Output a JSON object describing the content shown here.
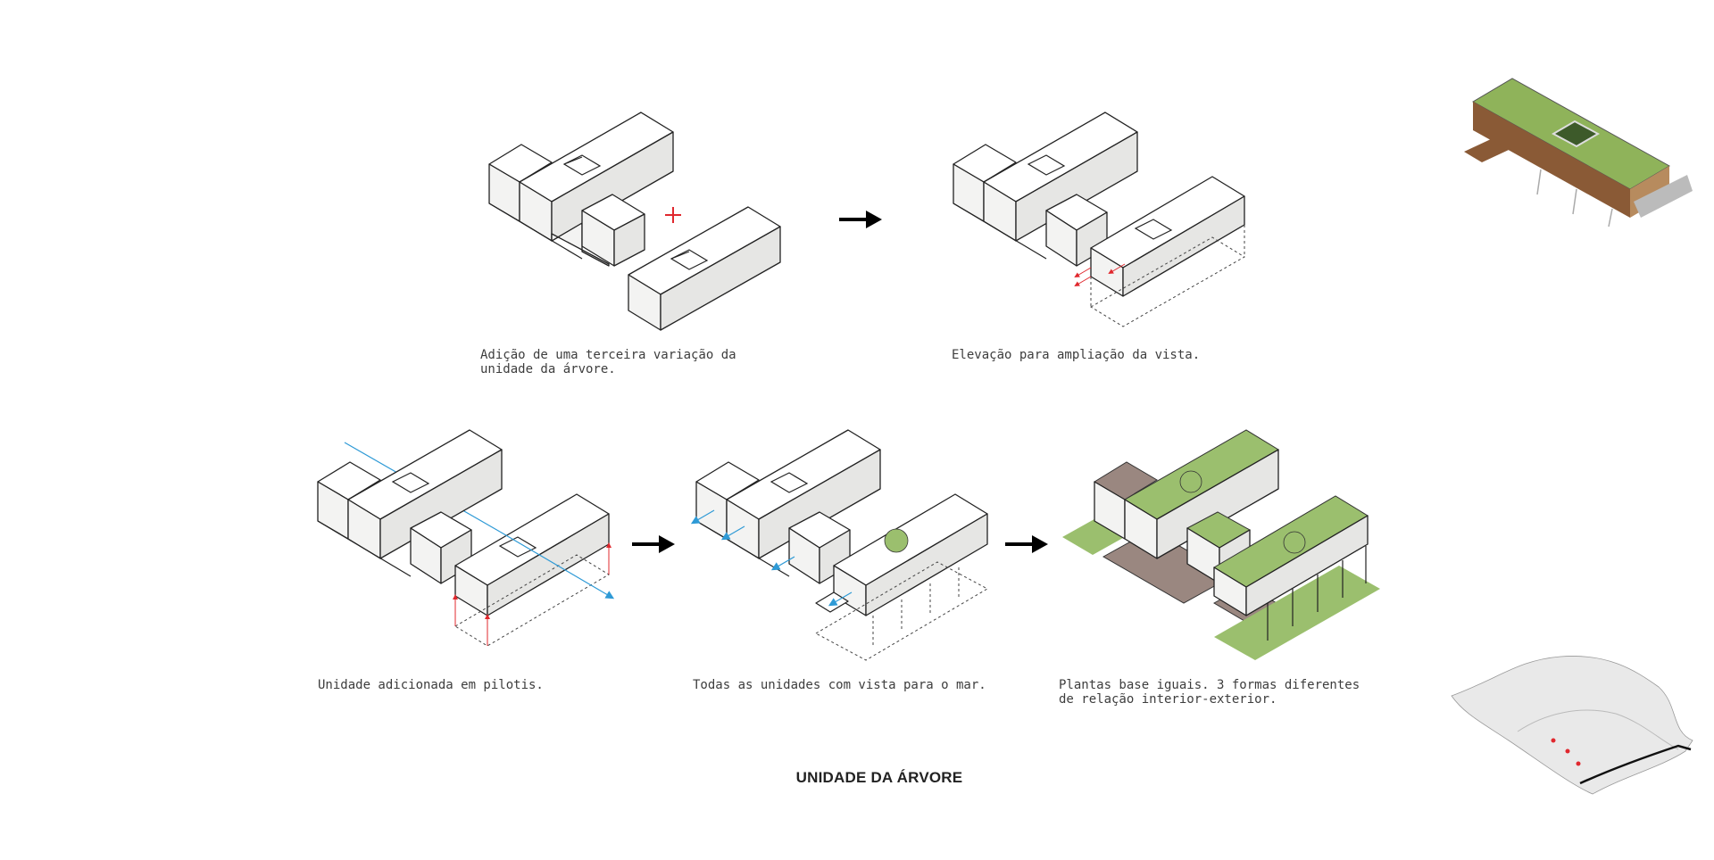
{
  "title": "UNIDADE DA ÁRVORE",
  "steps": [
    {
      "lines": [
        "Adição de uma terceira variação da",
        "unidade da árvore."
      ]
    },
    {
      "lines": [
        "Elevação para ampliação da vista."
      ]
    },
    {
      "lines": [
        "Unidade adicionada em pilotis."
      ]
    },
    {
      "lines": [
        "Todas as unidades com vista para o mar."
      ]
    },
    {
      "lines": [
        "Plantas base iguais. 3 formas diferentes",
        "de relação interior-exterior."
      ]
    }
  ],
  "colors": {
    "plus": "#e0282e",
    "elevation_arrow": "#e0282e",
    "view_arrow": "#2e9ad6",
    "grass": "#9bbf6e",
    "soil": "#9a8780",
    "step_arrow": "#000000"
  },
  "icons": [
    "arrow-right-icon",
    "plus-icon"
  ]
}
